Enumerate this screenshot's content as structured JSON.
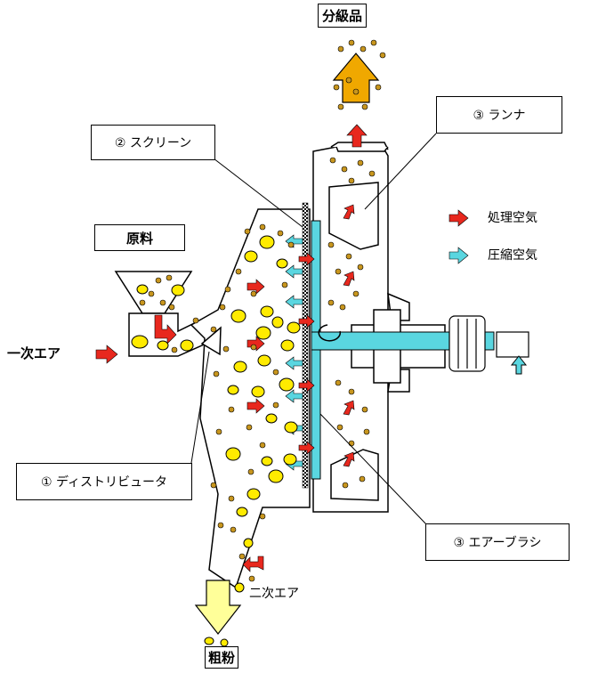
{
  "labels": {
    "product": "分級品",
    "runner": "③ ランナ",
    "screen": "② スクリーン",
    "raw_material": "原料",
    "primary_air": "一次エア",
    "distributor": "① ディストリビュータ",
    "air_brush": "③ エアーブラシ",
    "secondary_air": "二次エア",
    "coarse_powder": "粗粉"
  },
  "legend": [
    {
      "label": "処理空気",
      "color": "#e8281e"
    },
    {
      "label": "圧縮空気",
      "color": "#5ad6e0"
    }
  ],
  "colors": {
    "particle_large": "#ffeb00",
    "particle_small": "#c8961e",
    "shaft": "#5ad6e0",
    "product_arrow": "#f0a800",
    "coarse_arrow": "#ffff99"
  }
}
